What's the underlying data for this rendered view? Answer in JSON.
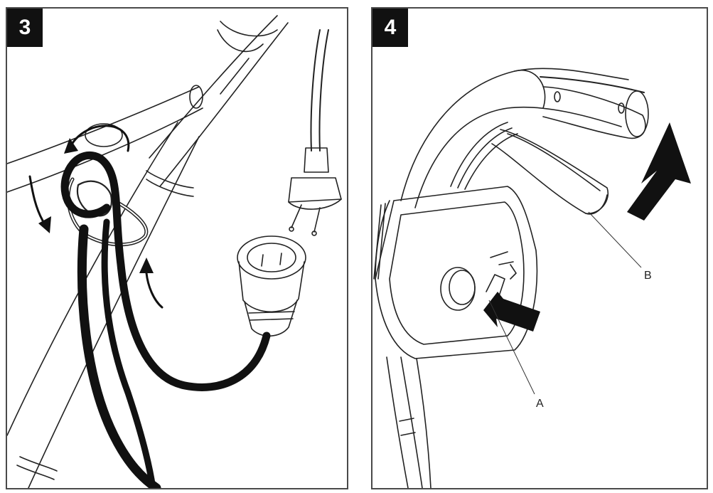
{
  "panels": [
    {
      "step": "3"
    },
    {
      "step": "4",
      "callouts": {
        "a": "A",
        "b": "B"
      }
    }
  ],
  "colors": {
    "line": "#222222",
    "cable": "#111111",
    "border": "#4a4a4a"
  },
  "icons": [
    "curved-arrow-icon",
    "push-arrow-icon",
    "lift-arrow-icon"
  ]
}
